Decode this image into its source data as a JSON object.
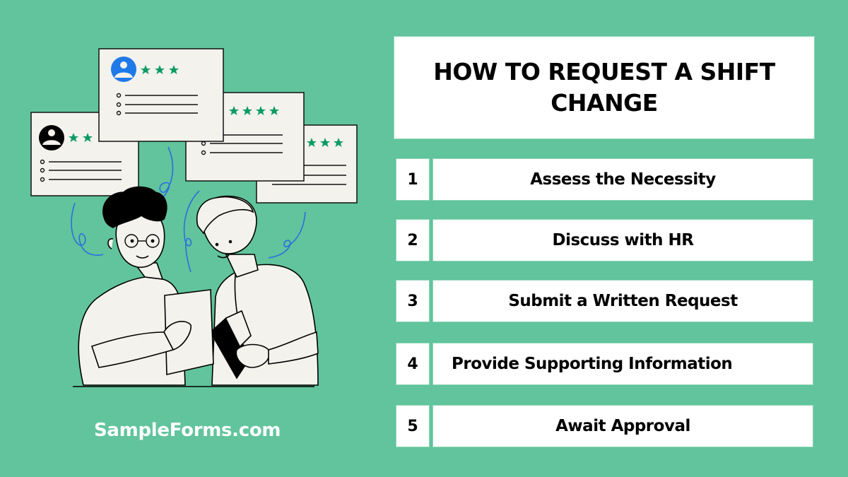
{
  "title": "HOW TO REQUEST A SHIFT CHANGE",
  "steps": [
    {
      "number": "1",
      "label": "Assess the Necessity"
    },
    {
      "number": "2",
      "label": "Discuss with HR"
    },
    {
      "number": "3",
      "label": "Submit a Written Request"
    },
    {
      "number": "4",
      "label": "Provide Supporting Information"
    },
    {
      "number": "5",
      "label": "Await Approval"
    }
  ],
  "brand": "SampleForms.com",
  "colors": {
    "background": "#61c49c",
    "star": "#0c9a63",
    "avatar_blue": "#1f7ae8",
    "paper": "#f3f2ec",
    "ink": "#000000",
    "squiggle": "#2b6fe0"
  },
  "illustration": {
    "review_cards": [
      {
        "avatar": "black-avatar",
        "stars": 2
      },
      {
        "avatar": "blue-avatar",
        "stars": 3
      },
      {
        "avatar": "none",
        "stars": 4
      },
      {
        "avatar": "none",
        "stars": 3
      }
    ],
    "people": [
      "man-with-glasses-holding-paper",
      "man-holding-book"
    ]
  }
}
